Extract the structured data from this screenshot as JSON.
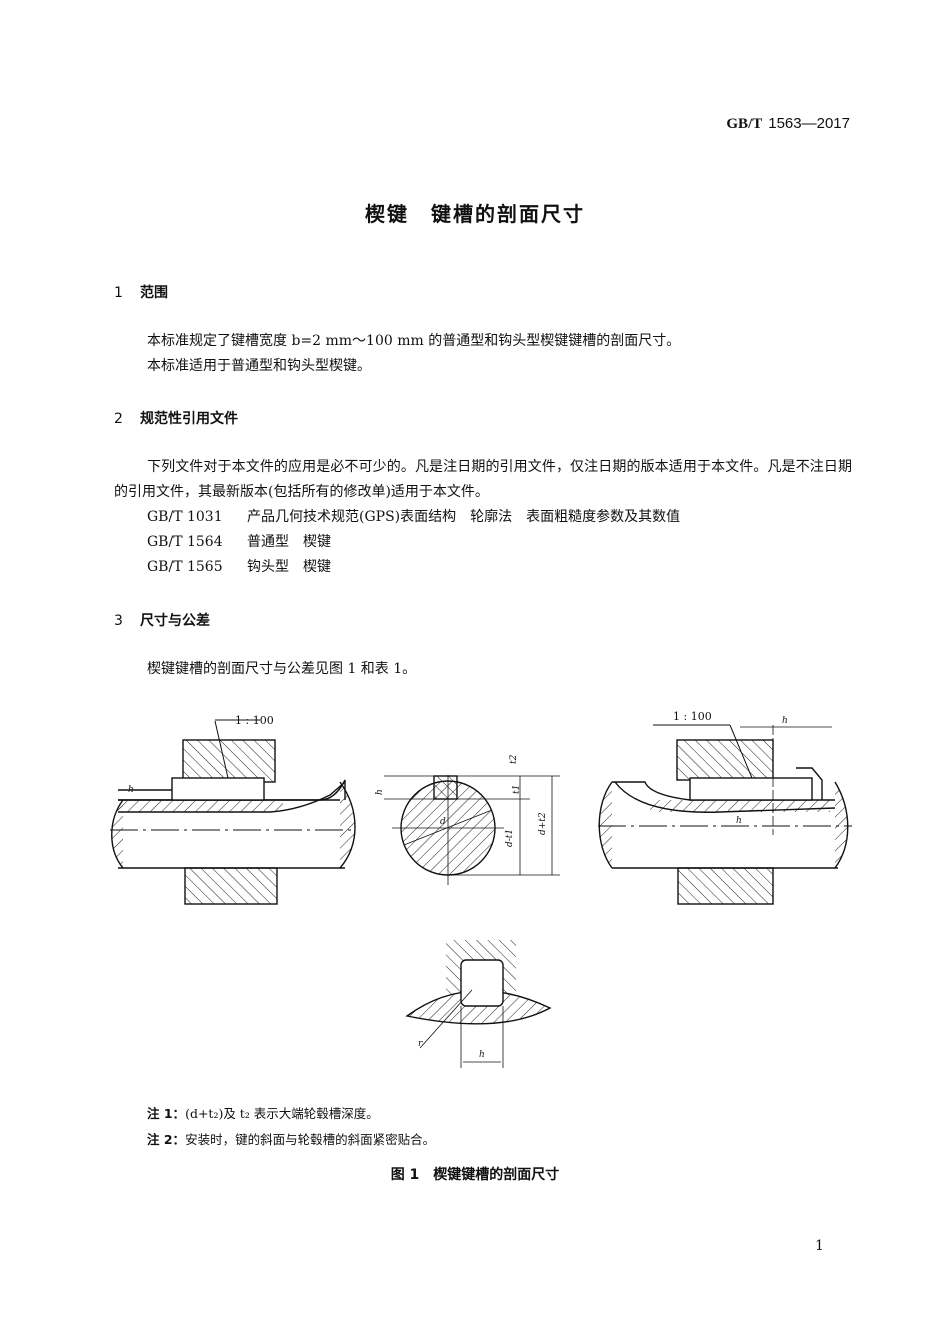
{
  "header": {
    "std_prefix": "GB/T",
    "std_number": "1563—2017"
  },
  "title": "楔键　键槽的剖面尺寸",
  "sections": [
    {
      "num": "1",
      "heading": "范围",
      "paragraphs": [
        "本标准规定了键槽宽度 b=2 mm～100 mm 的普通型和钩头型楔键键槽的剖面尺寸。",
        "本标准适用于普通型和钩头型楔键。"
      ]
    },
    {
      "num": "2",
      "heading": "规范性引用文件",
      "paragraphs": [
        "下列文件对于本文件的应用是必不可少的。凡是注日期的引用文件，仅注日期的版本适用于本文件。凡是不注日期的引用文件，其最新版本(包括所有的修改单)适用于本文件。"
      ],
      "references": [
        {
          "code": "GB/T 1031",
          "title": "产品几何技术规范(GPS)表面结构　轮廓法　表面粗糙度参数及其数值"
        },
        {
          "code": "GB/T 1564",
          "title": "普通型　楔键"
        },
        {
          "code": "GB/T 1565",
          "title": "钩头型　楔键"
        }
      ]
    },
    {
      "num": "3",
      "heading": "尺寸与公差",
      "paragraphs": [
        "楔键键槽的剖面尺寸与公差见图 1 和表 1。"
      ]
    }
  ],
  "figure": {
    "taper_left": "1 : 100",
    "taper_right": "1 : 100",
    "labels": {
      "h": "h",
      "t1": "t1",
      "t2": "t2",
      "d": "d",
      "d_minus_t1": "d-t1",
      "d_plus_t2": "d+t2",
      "r": "r"
    }
  },
  "notes": [
    {
      "label": "注 1：",
      "text": "(d+t₂)及 t₂ 表示大端轮毂槽深度。"
    },
    {
      "label": "注 2：",
      "text": "安装时，键的斜面与轮毂槽的斜面紧密贴合。"
    }
  ],
  "caption": "图 1　楔键键槽的剖面尺寸",
  "page_number": "1"
}
